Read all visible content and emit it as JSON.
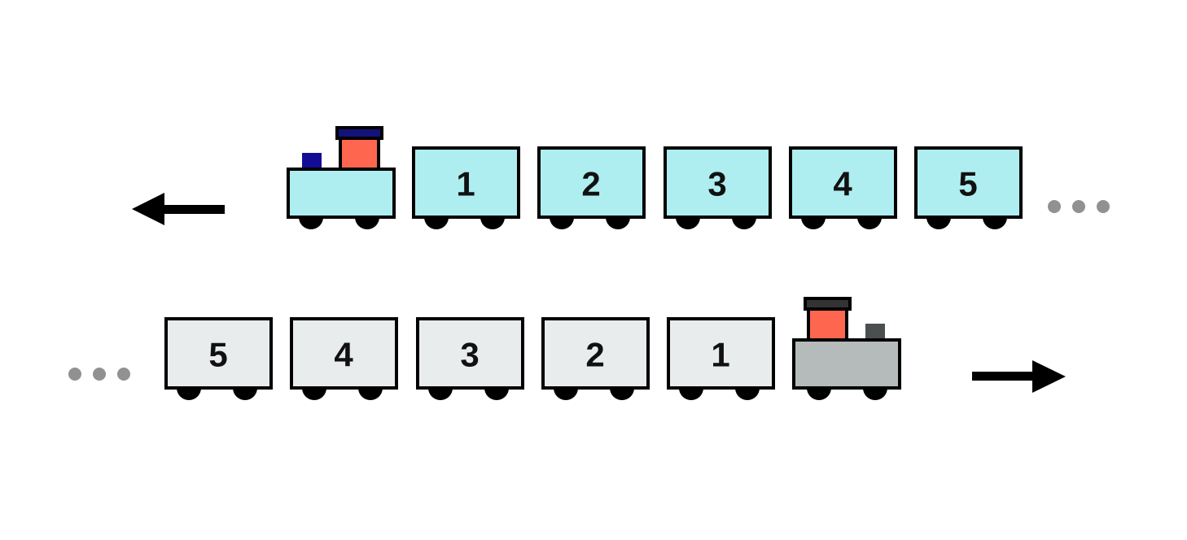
{
  "colors": {
    "top_car_fill": "#aeeef0",
    "bottom_car_fill": "#e9eced",
    "bottom_engine_fill": "#b5bbba",
    "chimney_fill": "#ff6650",
    "top_cap_stripe": "#13117a",
    "top_dome": "#130d96",
    "bottom_cap_stripe": "#333333",
    "bottom_dome": "#4c4f50",
    "ellipsis_dots": "#919191",
    "arrow": "#000000"
  },
  "top_train": {
    "direction": "left",
    "engine": "locomotive",
    "cars": [
      {
        "label": "1"
      },
      {
        "label": "2"
      },
      {
        "label": "3"
      },
      {
        "label": "4"
      },
      {
        "label": "5"
      }
    ],
    "continuation": "..."
  },
  "bottom_train": {
    "direction": "right",
    "engine": "locomotive",
    "cars": [
      {
        "label": "5"
      },
      {
        "label": "4"
      },
      {
        "label": "3"
      },
      {
        "label": "2"
      },
      {
        "label": "1"
      }
    ],
    "continuation": "..."
  }
}
